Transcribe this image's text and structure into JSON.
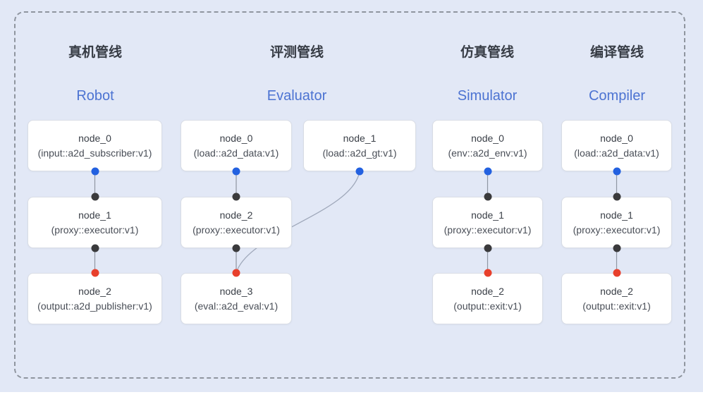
{
  "figure": {
    "kind": "pipeline-diagram",
    "frame_style": "dashed-rounded-rectangle"
  },
  "pipelines": [
    {
      "title_zh": "真机管线",
      "title_en": "Robot",
      "nodes": [
        {
          "name": "node_0",
          "type": "(input::a2d_subscriber:v1)"
        },
        {
          "name": "node_1",
          "type": "(proxy::executor:v1)"
        },
        {
          "name": "node_2",
          "type": "(output::a2d_publisher:v1)"
        }
      ]
    },
    {
      "title_zh": "评测管线",
      "title_en": "Evaluator",
      "nodes": [
        {
          "name": "node_0",
          "type": "(load::a2d_data:v1)"
        },
        {
          "name": "node_1",
          "type": "(load::a2d_gt:v1)"
        },
        {
          "name": "node_2",
          "type": "(proxy::executor:v1)"
        },
        {
          "name": "node_3",
          "type": "(eval::a2d_eval:v1)"
        }
      ]
    },
    {
      "title_zh": "仿真管线",
      "title_en": "Simulator",
      "nodes": [
        {
          "name": "node_0",
          "type": "(env::a2d_env:v1)"
        },
        {
          "name": "node_1",
          "type": "(proxy::executor:v1)"
        },
        {
          "name": "node_2",
          "type": "(output::exit:v1)"
        }
      ]
    },
    {
      "title_zh": "编译管线",
      "title_en": "Compiler",
      "nodes": [
        {
          "name": "node_0",
          "type": "(load::a2d_data:v1)"
        },
        {
          "name": "node_1",
          "type": "(proxy::executor:v1)"
        },
        {
          "name": "node_2",
          "type": "(output::exit:v1)"
        }
      ]
    }
  ],
  "colors": {
    "background": "#e2e8f6",
    "frame_border": "#8f959f",
    "node_fill": "#ffffff",
    "node_border": "#d9dde5",
    "title_zh_color": "#373c45",
    "title_en_color": "#4c73d2",
    "edge": "#8f96a2",
    "curve_edge": "#9fa8ba",
    "port_input": "#2361e0",
    "port_internal": "#3a3a3c",
    "port_output": "#e8402c"
  }
}
